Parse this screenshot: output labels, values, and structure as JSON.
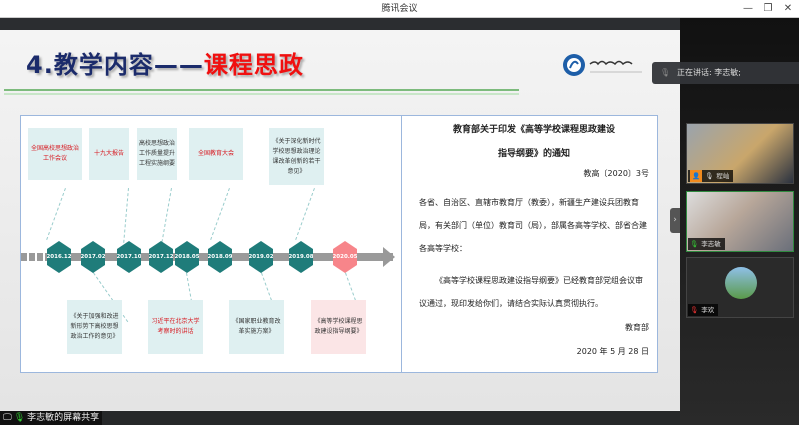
{
  "window": {
    "title": "腾讯会议",
    "minimize_icon": "—",
    "restore_icon": "❐",
    "close_icon": "✕"
  },
  "slide": {
    "title_prefix": "4.教学内容——",
    "title_highlight": "课程思政",
    "timeline": {
      "dates": [
        "2016.12",
        "2017.02",
        "2017.10",
        "2017.12",
        "2018.05",
        "2018.09",
        "2019.02",
        "2019.08",
        "2020.05"
      ],
      "top_events": [
        "全国高校思想政治工作会议",
        "十九大报告",
        "高校思想政治工作质量提升工程实施纲要",
        "全国教育大会",
        "《关于深化新时代学校思想政治理论课改革创新的若干意见》"
      ],
      "bottom_events": [
        "《关于加强和改进新形势下高校思想政治工作的意见》",
        "习近平在北京大学考察时的讲话",
        "《国家职业教育改革实施方案》",
        "《高等学校课程思政建设指导纲要》"
      ]
    },
    "document": {
      "title_line1": "教育部关于印发《高等学校课程思政建设",
      "title_line2": "指导纲要》的通知",
      "doc_number": "教高〔2020〕3号",
      "recipients": "各省、自治区、直辖市教育厅（教委），新疆生产建设兵团教育局，有关部门（单位）教育司（局），部属各高等学校、部省合建各高等学校：",
      "body": "《高等学校课程思政建设指导纲要》已经教育部党组会议审议通过，现印发给你们，请结合实际认真贯彻执行。",
      "signature": "教育部",
      "date": "2020 年 5 月 28 日"
    }
  },
  "speaking": {
    "label": "正在讲话: 李志敏;"
  },
  "participants": [
    {
      "name": "程屾",
      "role": "host"
    },
    {
      "name": "李志敏",
      "muted": false
    },
    {
      "name": "李欢",
      "muted": true
    }
  ],
  "share_bar": {
    "label": "李志敏的屏幕共享"
  }
}
